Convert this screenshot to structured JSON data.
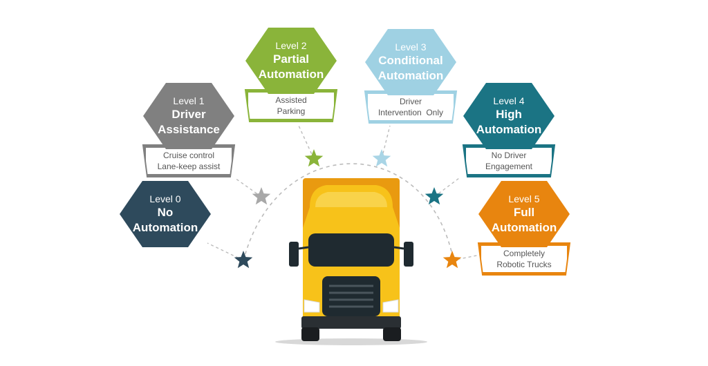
{
  "levels": [
    {
      "level": "Level 0",
      "title_lines": [
        "No",
        "Automation"
      ],
      "desc_lines": [
        "",
        ""
      ],
      "color": "#2e4a5c",
      "star_color": "#2e4a5c"
    },
    {
      "level": "Level 1",
      "title_lines": [
        "Driver",
        "Assistance"
      ],
      "desc_lines": [
        "Cruise control",
        "Lane-keep assist"
      ],
      "color": "#808080",
      "star_color": "#a8a8a8"
    },
    {
      "level": "Level 2",
      "title_lines": [
        "Partial",
        "Automation"
      ],
      "desc_lines": [
        "Assisted",
        "Parking"
      ],
      "color": "#8ab43a",
      "star_color": "#8ab43a"
    },
    {
      "level": "Level 3",
      "title_lines": [
        "Conditional",
        "Automation"
      ],
      "desc_lines": [
        "Driver",
        "Intervention  Only"
      ],
      "color": "#9fd1e3",
      "star_color": "#a9d5e6"
    },
    {
      "level": "Level 4",
      "title_lines": [
        "High",
        "Automation"
      ],
      "desc_lines": [
        "No Driver",
        "Engagement"
      ],
      "color": "#1b7484",
      "star_color": "#1b7484"
    },
    {
      "level": "Level 5",
      "title_lines": [
        "Full",
        "Automation"
      ],
      "desc_lines": [
        "Completely",
        "Robotic Trucks"
      ],
      "color": "#e8850f",
      "star_color": "#e8850f"
    }
  ],
  "truck": {
    "body_color": "#f7c21a",
    "trim_color": "#e99a10",
    "window_color": "#1f2a30"
  }
}
